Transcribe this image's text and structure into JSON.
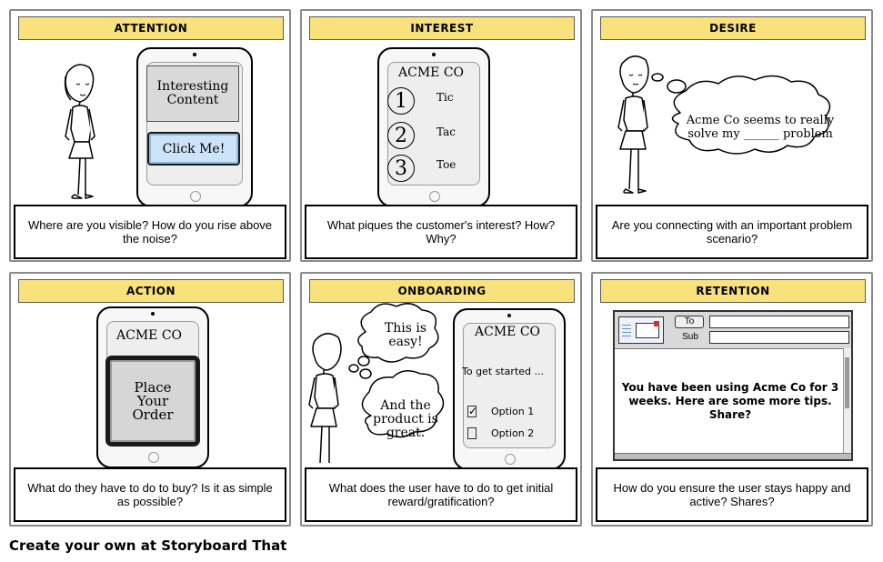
{
  "panels": {
    "attention": {
      "title": "ATTENTION",
      "content_box": "Interesting Content",
      "button": "Click Me!",
      "caption": "Where are you visible? How do you rise above the noise?"
    },
    "interest": {
      "title": "INTEREST",
      "brand": "ACME CO",
      "items": [
        {
          "number": "1",
          "label": "Tic"
        },
        {
          "number": "2",
          "label": "Tac"
        },
        {
          "number": "3",
          "label": "Toe"
        }
      ],
      "caption": "What piques the customer's interest? How? Why?"
    },
    "desire": {
      "title": "DESIRE",
      "thought": "Acme Co seems to really solve my ______ problem",
      "caption": "Are you connecting with an important problem scenario?"
    },
    "action": {
      "title": "ACTION",
      "brand": "ACME CO",
      "button": "Place Your Order",
      "caption": "What do they have to do to buy? Is it as simple as possible?"
    },
    "onboarding": {
      "title": "ONBOARDING",
      "thought_1": "This is easy!",
      "thought_2": "And the product is great.",
      "brand": "ACME CO",
      "intro": "To get started ...",
      "options": [
        {
          "label": "Option 1",
          "checked": true
        },
        {
          "label": "Option 2",
          "checked": false
        }
      ],
      "caption": "What does the user have to do to get initial reward/gratification?"
    },
    "retention": {
      "title": "RETENTION",
      "to_label": "To",
      "sub_label": "Sub",
      "email_body": "You have been using Acme Co for 3 weeks. Here are some more tips. Share?",
      "caption": "How do you ensure the user stays happy and active? Shares?"
    }
  },
  "footer": "Create your own at Storyboard That"
}
